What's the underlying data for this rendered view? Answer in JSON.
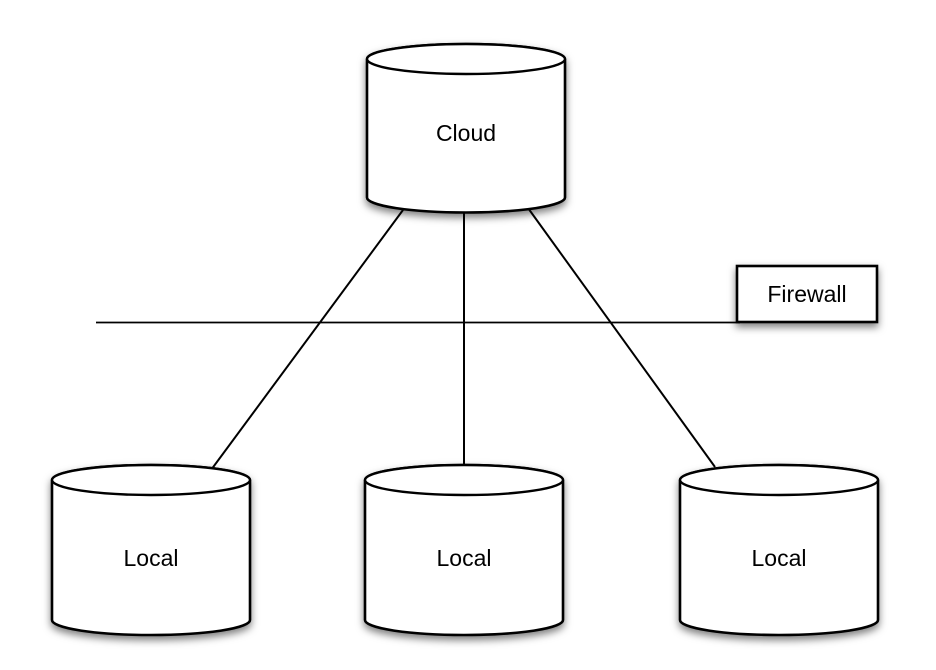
{
  "diagram": {
    "background_color": "#ffffff",
    "stroke_color": "#000000",
    "shape_fill_color": "#ffffff",
    "nodes": [
      {
        "id": "cloud",
        "label": "Cloud",
        "shape": "cylinder"
      },
      {
        "id": "local-left",
        "label": "Local",
        "shape": "cylinder"
      },
      {
        "id": "local-middle",
        "label": "Local",
        "shape": "cylinder"
      },
      {
        "id": "local-right",
        "label": "Local",
        "shape": "cylinder"
      },
      {
        "id": "firewall",
        "label": "Firewall",
        "shape": "rectangle"
      }
    ],
    "edges": [
      {
        "from": "cloud",
        "to": "local-left"
      },
      {
        "from": "cloud",
        "to": "local-middle"
      },
      {
        "from": "cloud",
        "to": "local-right"
      }
    ],
    "boundary": {
      "attached_to": "firewall"
    }
  }
}
